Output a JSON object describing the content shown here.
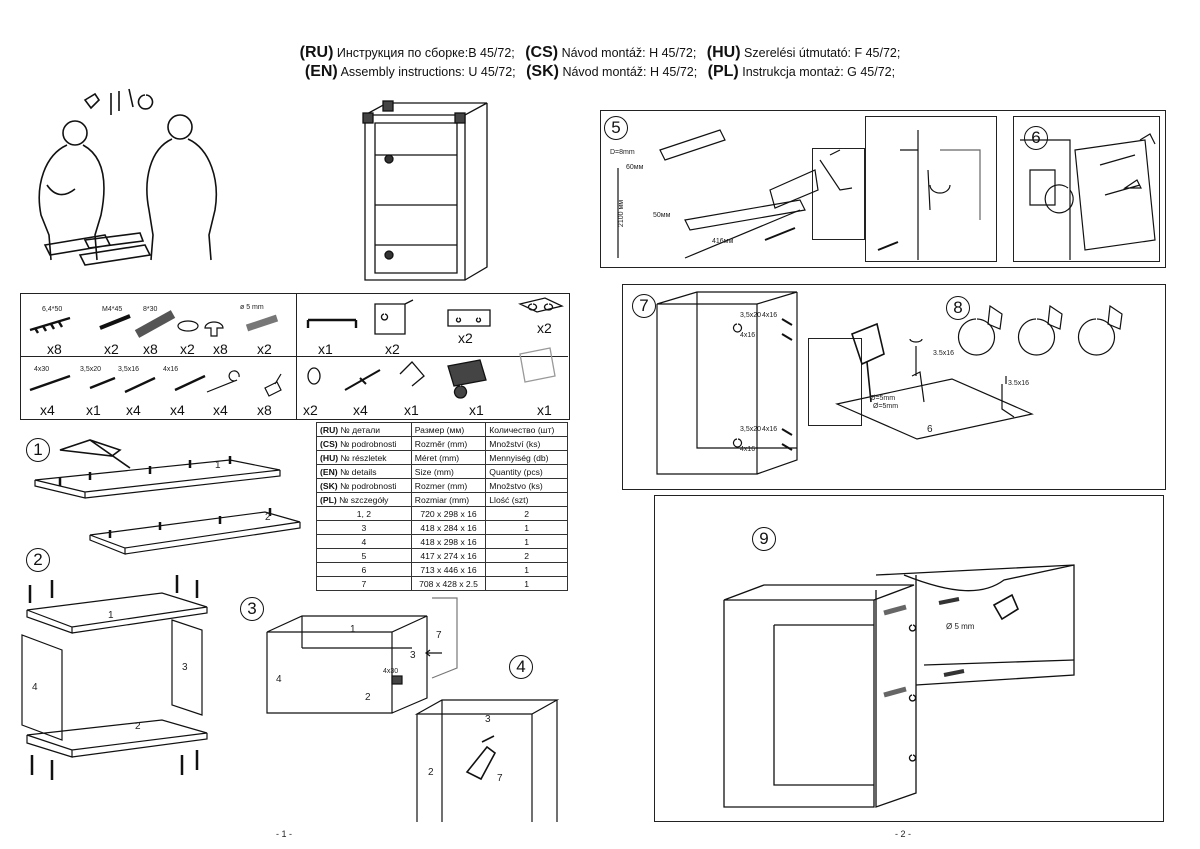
{
  "header": {
    "lines": [
      [
        {
          "code": "(RU)",
          "text": "Инструкция по сборке:B 45/72;"
        },
        {
          "code": "(CS)",
          "text": "Návod montáž: H 45/72;"
        },
        {
          "code": "(HU)",
          "text": "Szerelési útmutató: F 45/72;"
        }
      ],
      [
        {
          "code": "(EN)",
          "text": "Assembly instructions: U 45/72;"
        },
        {
          "code": "(SK)",
          "text": "Návod montáž: H 45/72;"
        },
        {
          "code": "(PL)",
          "text": "Instrukcja montaż: G 45/72;"
        }
      ]
    ]
  },
  "hardware": {
    "row1": [
      {
        "label": "6,4*50",
        "count": "x8"
      },
      {
        "label": "M4*45",
        "count": "x2"
      },
      {
        "label": "8*30",
        "count": "x8"
      },
      {
        "label": "",
        "count": "x2"
      },
      {
        "label": "",
        "count": "x8"
      },
      {
        "label": "ø 5 mm",
        "count": "x2"
      }
    ],
    "row2": [
      {
        "label": "4x30",
        "count": "x4"
      },
      {
        "label": "3,5x20",
        "count": "x1"
      },
      {
        "label": "3,5x16",
        "count": "x4"
      },
      {
        "label": "4x16",
        "count": "x4"
      },
      {
        "label": "",
        "count": "x4"
      },
      {
        "label": "",
        "count": "x8"
      }
    ],
    "right_row1": [
      {
        "count": "x1"
      },
      {
        "count": "x2"
      },
      {
        "count": "x2"
      },
      {
        "count": "x2"
      }
    ],
    "right_row2": [
      {
        "count": "x2"
      },
      {
        "count": "x4"
      },
      {
        "count": "x1"
      },
      {
        "count": "x1"
      },
      {
        "count": "x1"
      }
    ]
  },
  "parts_table": {
    "header_rows": [
      [
        "(RU)",
        "№ детали",
        "Размер (мм)",
        "Количество (шт)"
      ],
      [
        "(CS)",
        "№ podrobnosti",
        "Rozměr (mm)",
        "Množství (ks)"
      ],
      [
        "(HU)",
        "№ részletek",
        "Méret (mm)",
        "Mennyiség (db)"
      ],
      [
        "(EN)",
        "№ details",
        "Size (mm)",
        "Quantity (pcs)"
      ],
      [
        "(SK)",
        "№ podrobnosti",
        "Rozmer (mm)",
        "Množstvo (ks)"
      ],
      [
        "(PL)",
        "№ szczegóły",
        "Rozmiar (mm)",
        "Llość (szt)"
      ]
    ],
    "rows": [
      [
        "1, 2",
        "720 x 298 x 16",
        "2"
      ],
      [
        "3",
        "418 x 284 x 16",
        "1"
      ],
      [
        "4",
        "418 x 298 x 16",
        "1"
      ],
      [
        "5",
        "417 x 274 x 16",
        "2"
      ],
      [
        "6",
        "713 x 446 x 16",
        "1"
      ],
      [
        "7",
        "708 x 428 x 2.5",
        "1"
      ]
    ]
  },
  "steps": {
    "s1": {
      "num": "1",
      "parts": [
        "1",
        "2"
      ]
    },
    "s2": {
      "num": "2",
      "parts": [
        "1",
        "3",
        "4",
        "2"
      ]
    },
    "s3": {
      "num": "3",
      "parts": [
        "1",
        "7",
        "3",
        "4",
        "4x30",
        "2"
      ]
    },
    "s4": {
      "num": "4",
      "parts": [
        "3",
        "2",
        "7"
      ]
    },
    "s5": {
      "num": "5",
      "labels": [
        "D=8mm",
        "60мм",
        "50мм",
        "2100 мм",
        "416мм"
      ]
    },
    "s6": {
      "num": "6"
    },
    "s7": {
      "num": "7",
      "labels": [
        "3,5x20",
        "4x16",
        "4x16",
        "3,5x20",
        "4x16",
        "4x16"
      ]
    },
    "s8": {
      "num": "8",
      "labels": [
        "3.5x16",
        "3.5x16",
        "Ø=5mm",
        "Ø=5mm",
        "6"
      ]
    },
    "s9": {
      "num": "9",
      "labels": [
        "Ø 5 mm"
      ]
    }
  },
  "pages": {
    "left": "- 1 -",
    "right": "- 2 -"
  }
}
